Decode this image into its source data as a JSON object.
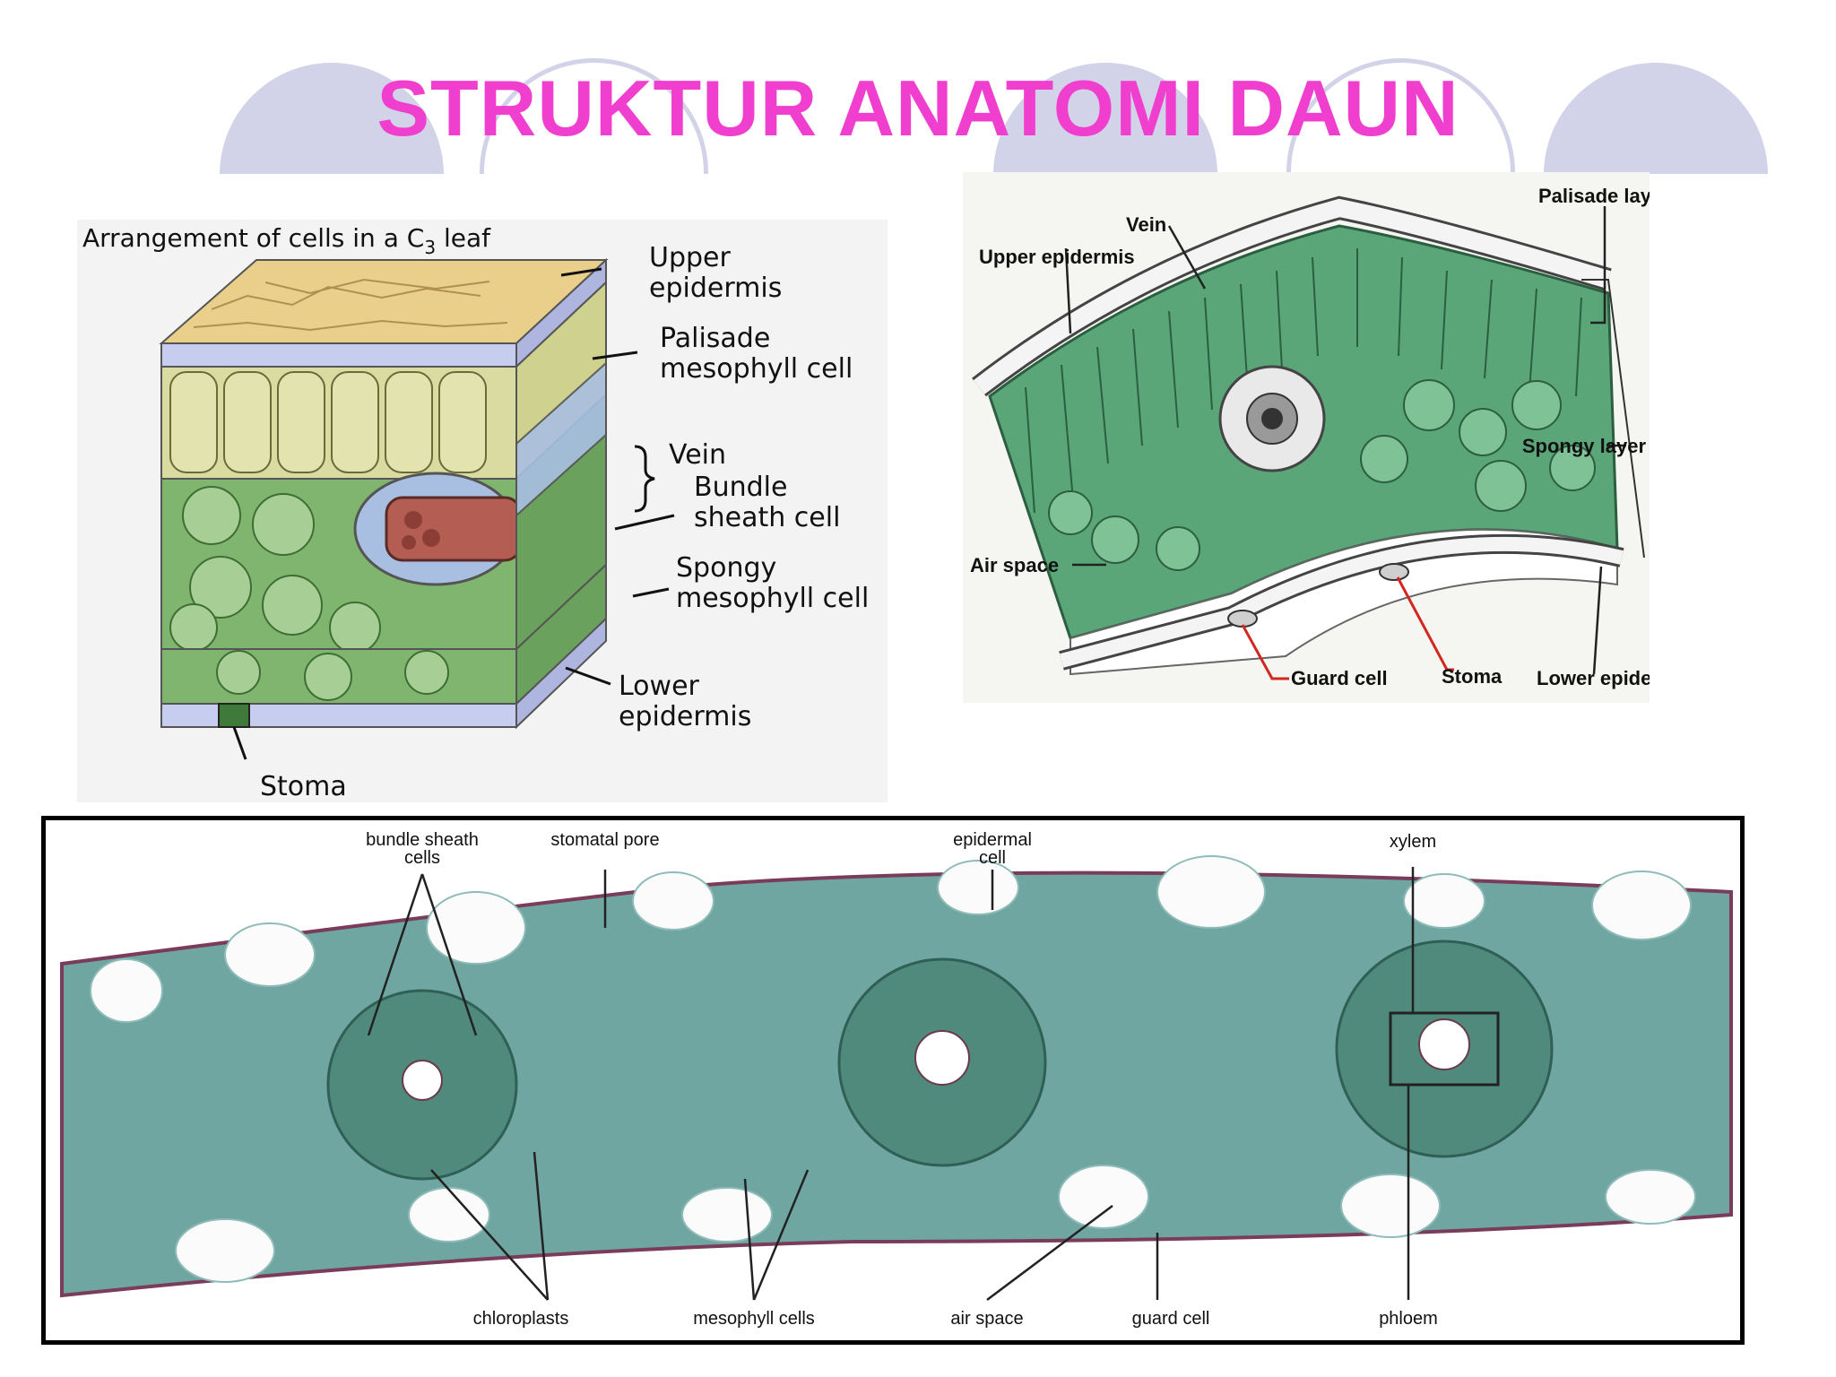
{
  "title": "STRUKTUR ANATOMI DAUN",
  "colors": {
    "title": "#f03fcf",
    "decor": "#d2d2e8",
    "epidermis_top": "#e9cf8a",
    "palisade": "#d9dba0",
    "spongy": "#7fb56f",
    "bundle_sheath": "#a9bfe2",
    "vein": "#b45d52",
    "dicot_cells": "#5aa679",
    "micro_tissue": "#6fa6a2"
  },
  "c3_diagram": {
    "heading_main": "Arrangement of cells in a C",
    "heading_sub": "3",
    "heading_end": " leaf",
    "labels": {
      "upper_epidermis_1": "Upper",
      "upper_epidermis_2": "epidermis",
      "palisade_1": "Palisade",
      "palisade_2": "mesophyll cell",
      "vein": "Vein",
      "bundle_1": "Bundle",
      "bundle_2": "sheath cell",
      "spongy_1": "Spongy",
      "spongy_2": "mesophyll cell",
      "lower_1": "Lower",
      "lower_2": "epidermis",
      "stoma": "Stoma"
    }
  },
  "dicot_diagram": {
    "labels": {
      "palisade_layer": "Palisade layer",
      "vein": "Vein",
      "upper_epidermis": "Upper epidermis",
      "spongy_layer": "Spongy layer",
      "air_space": "Air space",
      "guard_cell": "Guard cell",
      "stoma": "Stoma",
      "lower_epidermis": "Lower epidermis"
    }
  },
  "micrograph": {
    "labels": {
      "bundle_sheath_1": "bundle sheath",
      "bundle_sheath_2": "cells",
      "stomatal_pore": "stomatal pore",
      "epidermal_1": "epidermal",
      "epidermal_2": "cell",
      "xylem": "xylem",
      "chloroplasts": "chloroplasts",
      "mesophyll_cells": "mesophyll cells",
      "air_space": "air space",
      "guard_cell": "guard cell",
      "phloem": "phloem"
    }
  }
}
